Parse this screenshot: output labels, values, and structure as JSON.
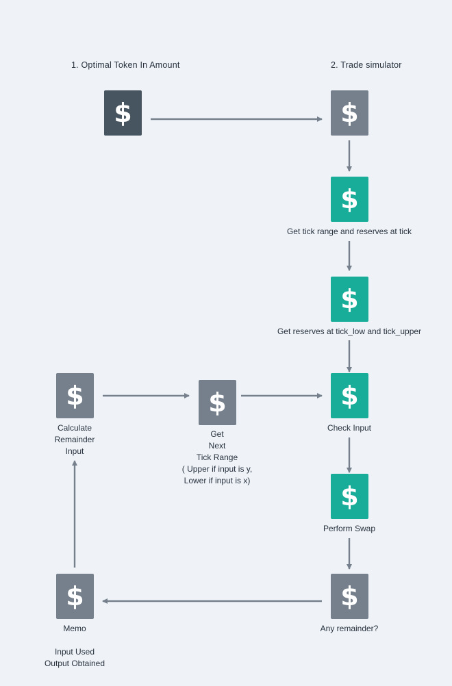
{
  "headings": {
    "left": "1.  Optimal Token In Amount",
    "right": "2.  Trade simulator"
  },
  "nodes": {
    "optimal_token": {
      "icon": "dollar-icon",
      "glyph": "$",
      "color": "#46555f"
    },
    "trade_simulator": {
      "icon": "dollar-icon",
      "glyph": "$",
      "color": "#75808c"
    },
    "tick_range": {
      "icon": "dollar-icon",
      "glyph": "$",
      "color": "#17ad98",
      "label": [
        "Get tick range and reserves at tick"
      ]
    },
    "reserves_low_upper": {
      "icon": "dollar-icon",
      "glyph": "$",
      "color": "#17ad98",
      "label": [
        "Get reserves at tick_low and tick_upper"
      ]
    },
    "check_input": {
      "icon": "dollar-icon",
      "glyph": "$",
      "color": "#17ad98",
      "label": [
        "Check Input"
      ]
    },
    "perform_swap": {
      "icon": "dollar-icon",
      "glyph": "$",
      "color": "#17ad98",
      "label": [
        "Perform Swap"
      ]
    },
    "any_remainder": {
      "icon": "dollar-icon",
      "glyph": "$",
      "color": "#75808c",
      "label": [
        "Any remainder?"
      ]
    },
    "memo": {
      "icon": "dollar-icon",
      "glyph": "$",
      "color": "#75808c",
      "label": [
        "Memo",
        "",
        "Input Used",
        "Output Obtained"
      ]
    },
    "calc_remainder": {
      "icon": "dollar-icon",
      "glyph": "$",
      "color": "#75808c",
      "label": [
        "Calculate",
        "Remainder",
        "Input"
      ]
    },
    "next_tick": {
      "icon": "dollar-icon",
      "glyph": "$",
      "color": "#75808c",
      "label": [
        "Get",
        "Next",
        "Tick Range",
        "( Upper if input is y,",
        "Lower if input is x)"
      ]
    }
  },
  "edge_color": "#75808c"
}
